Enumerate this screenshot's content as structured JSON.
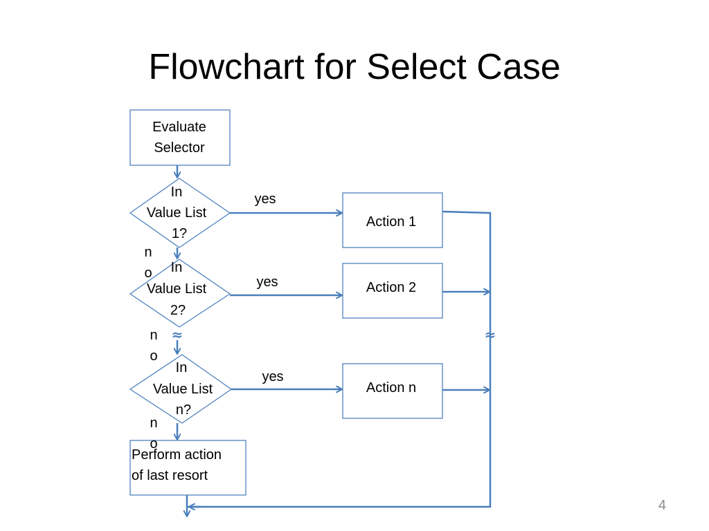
{
  "slide": {
    "title": "Flowchart for Select Case",
    "page_number": "4"
  },
  "colors": {
    "box_border": "#4f81bd",
    "connector": "#4a7ebb",
    "text": "#000000",
    "page_number": "#8a8a8a"
  },
  "nodes": {
    "evaluate": [
      "Evaluate",
      "Selector"
    ],
    "decision1": [
      "In",
      "Value List",
      "1?"
    ],
    "decision2": [
      "In",
      "Value List",
      "2?"
    ],
    "decisionN": [
      "In",
      "Value List",
      "n?"
    ],
    "action1": "Action 1",
    "action2": "Action 2",
    "actionN": "Action n",
    "last_resort": [
      "Perform action",
      "of last resort"
    ]
  },
  "edge_labels": {
    "yes1": "yes",
    "yes2": "yes",
    "yesN": "yes",
    "no1": [
      "n",
      "o"
    ],
    "no2": [
      "n",
      "o"
    ],
    "noN": [
      "n",
      "o"
    ],
    "ellipsis_left": "≈",
    "ellipsis_right": "≈"
  }
}
